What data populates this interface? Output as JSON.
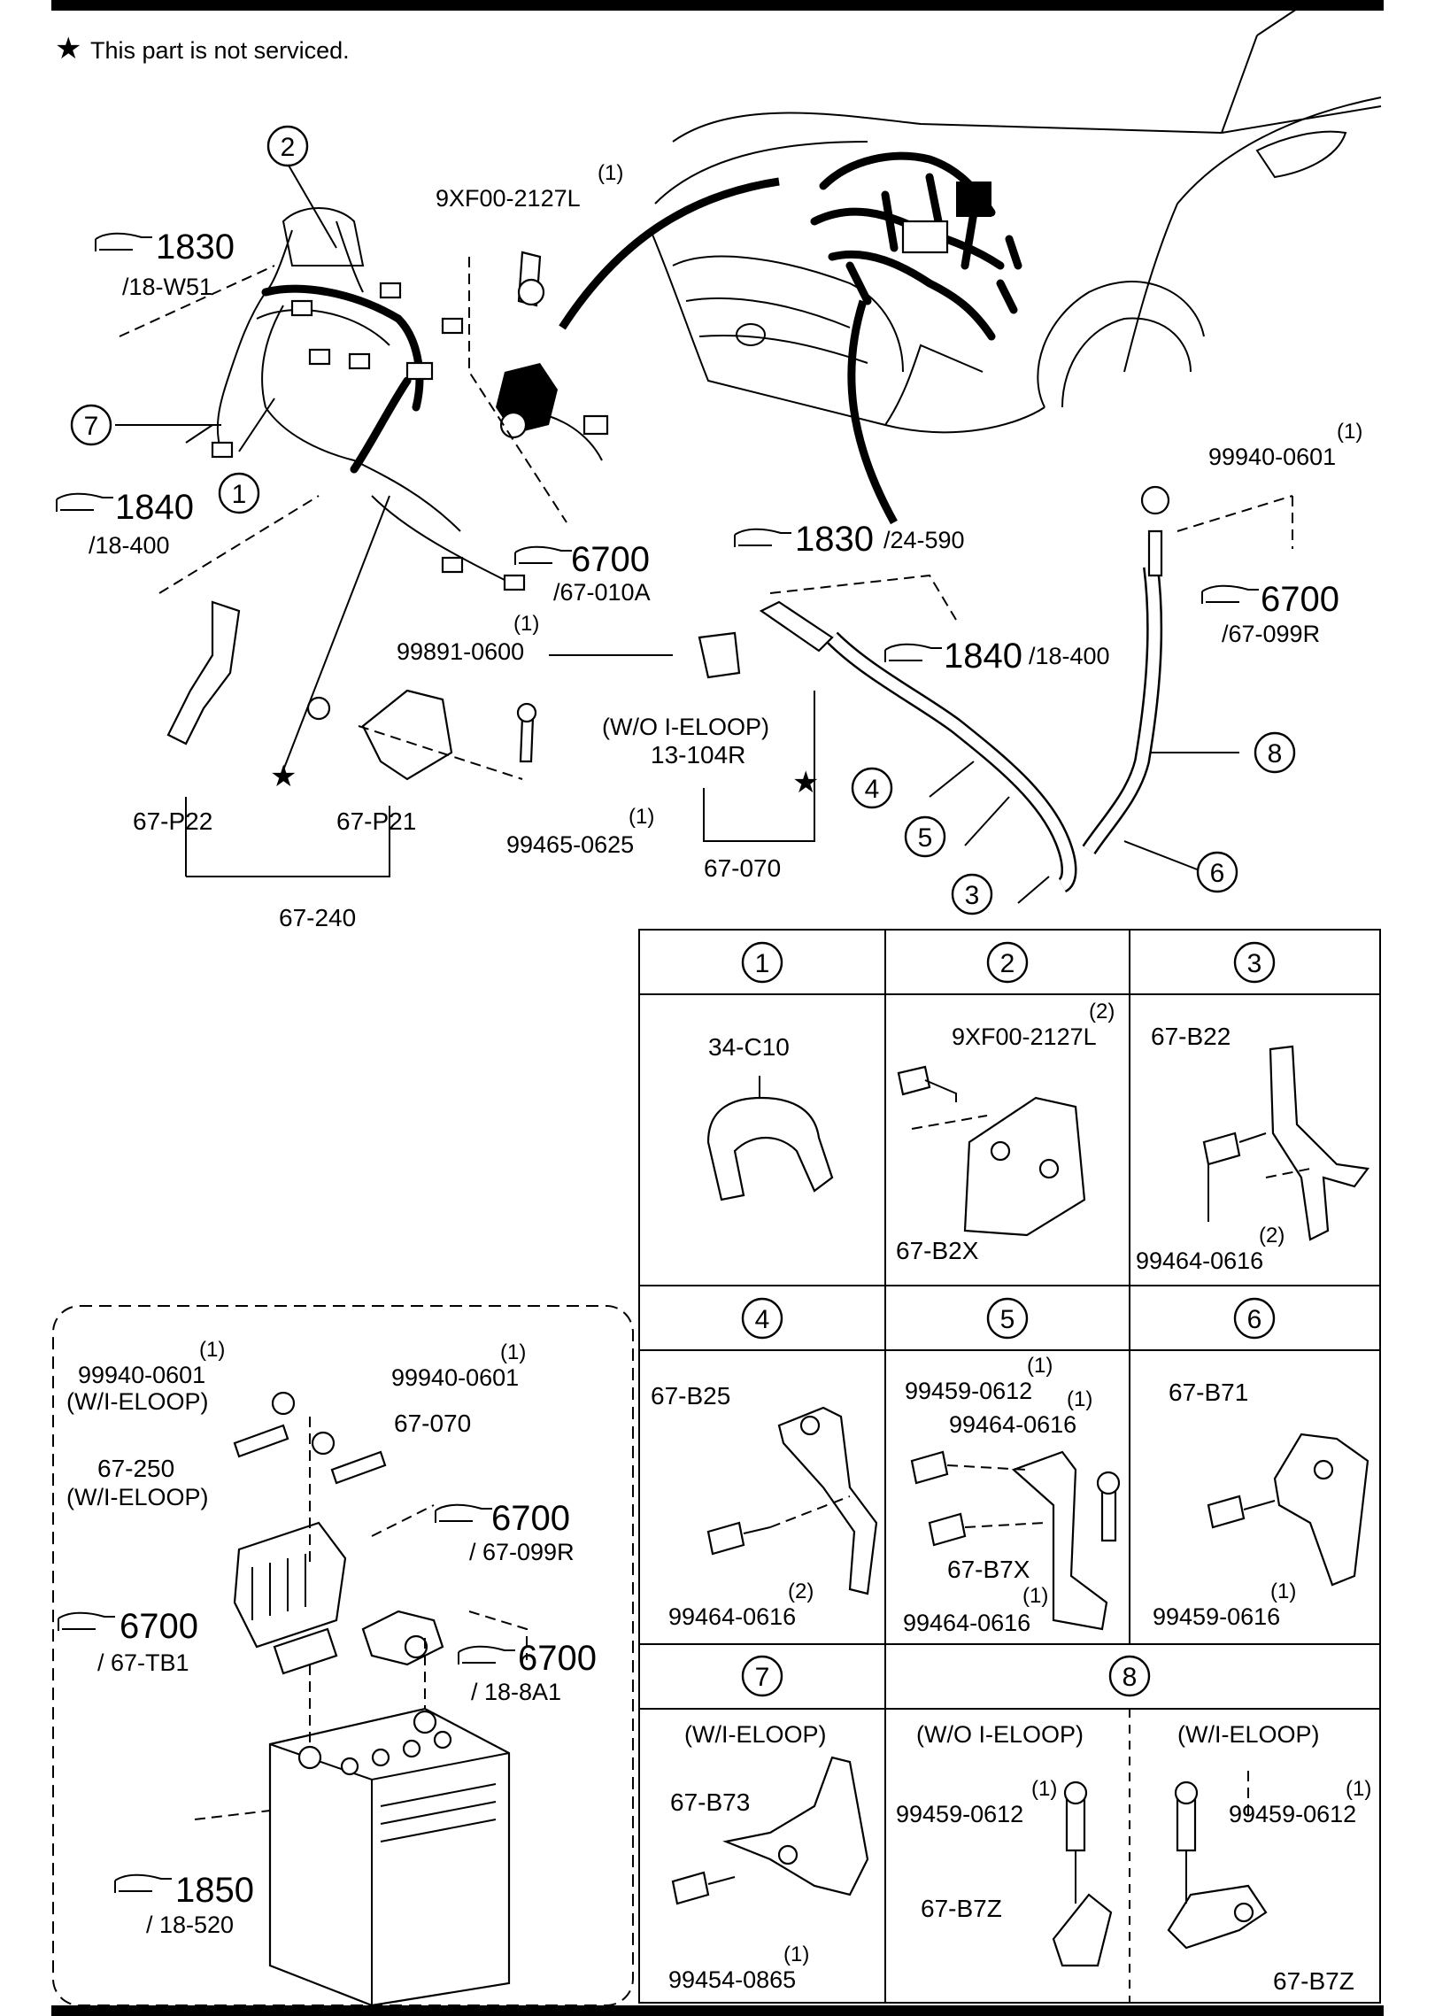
{
  "note": {
    "star": "★",
    "text": "This part is not serviced."
  },
  "callouts": {
    "c1": "1",
    "c2": "2",
    "c3": "3",
    "c4": "4",
    "c5": "5",
    "c6": "6",
    "c7": "7",
    "c8": "8"
  },
  "refs": {
    "r1830_w51": {
      "num": "1830",
      "sub": "/18-W51"
    },
    "r1840_400a": {
      "num": "1840",
      "sub": "/18-400"
    },
    "r6700_010a": {
      "num": "6700",
      "sub": "/67-010A"
    },
    "r1830_590": {
      "num": "1830",
      "sub": "/24-590"
    },
    "r1840_400b": {
      "num": "1840",
      "sub": "/18-400"
    },
    "r6700_099r": {
      "num": "6700",
      "sub": "/67-099R"
    },
    "r6700_099r_b": {
      "num": "6700",
      "sub": "/ 67-099R"
    },
    "r6700_tb1": {
      "num": "6700",
      "sub": "/ 67-TB1"
    },
    "r6700_8a1": {
      "num": "6700",
      "sub": "/ 18-8A1"
    },
    "r1850_520": {
      "num": "1850",
      "sub": "/ 18-520"
    }
  },
  "parts": {
    "p9xf00_2127l_top": {
      "qty": "(1)",
      "num": "9XF00-2127L"
    },
    "p99940_0601_top": {
      "qty": "(1)",
      "num": "99940-0601"
    },
    "p99891_0600": {
      "qty": "(1)",
      "num": "99891-0600"
    },
    "p99465_0625": {
      "qty": "(1)",
      "num": "99465-0625"
    },
    "p67_p22": "67-P22",
    "p67_p21": "67-P21",
    "p67_240": "67-240",
    "p13_104r": {
      "line1": "(W/O I-ELOOP)",
      "line2": "13-104R"
    },
    "p67_070": "67-070"
  },
  "table": {
    "row1": [
      {
        "head": "1",
        "labels": {
          "a": "34-C10"
        }
      },
      {
        "head": "2",
        "labels": {
          "qty": "(2)",
          "a": "9XF00-2127L",
          "b": "67-B2X"
        }
      },
      {
        "head": "3",
        "labels": {
          "a": "67-B22",
          "qty": "(2)",
          "b": "99464-0616"
        }
      }
    ],
    "row2": [
      {
        "head": "4",
        "labels": {
          "a": "67-B25",
          "qty": "(2)",
          "b": "99464-0616"
        }
      },
      {
        "head": "5",
        "labels": {
          "qty1": "(1)",
          "a": "99459-0612",
          "qty2": "(1)",
          "b": "99464-0616",
          "c": "67-B7X",
          "qty3": "(1)",
          "d": "99464-0616"
        }
      },
      {
        "head": "6",
        "labels": {
          "a": "67-B71",
          "qty": "(1)",
          "b": "99459-0616"
        }
      }
    ],
    "row3": [
      {
        "head": "7",
        "labels": {
          "cond": "(W/I-ELOOP)",
          "a": "67-B73",
          "qty": "(1)",
          "b": "99454-0865"
        }
      },
      {
        "head": "8",
        "sub": [
          {
            "cond": "(W/O I-ELOOP)",
            "qty": "(1)",
            "a": "99459-0612",
            "b": "67-B7Z"
          },
          {
            "cond": "(W/I-ELOOP)",
            "qty": "(1)",
            "a": "99459-0612",
            "b": "67-B7Z"
          }
        ]
      }
    ]
  },
  "battery": {
    "nut1": {
      "qty": "(1)",
      "num": "99940-0601",
      "cond": "(W/I-ELOOP)"
    },
    "nut2": {
      "qty": "(1)",
      "num": "99940-0601"
    },
    "cable": "67-070",
    "p67_250": {
      "num": "67-250",
      "cond": "(W/I-ELOOP)"
    }
  }
}
